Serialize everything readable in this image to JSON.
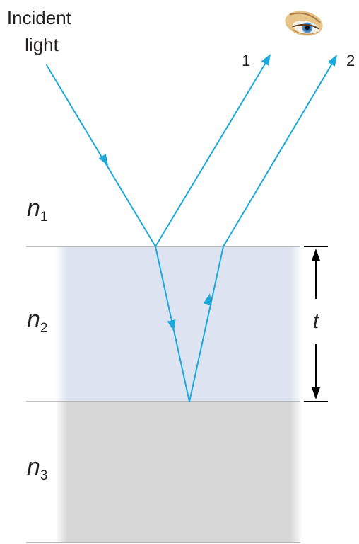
{
  "incident_label": [
    "Incident",
    "light"
  ],
  "ray_labels": {
    "ray1": "1",
    "ray2": "2"
  },
  "media": {
    "n1": {
      "symbol": "n",
      "subscript": "1"
    },
    "n2": {
      "symbol": "n",
      "subscript": "2"
    },
    "n3": {
      "symbol": "n",
      "subscript": "3"
    }
  },
  "thickness_label": "t",
  "icons": {
    "observer": "eye-icon"
  },
  "colors": {
    "ray": "#1aa9dc",
    "film": "#dde3f0",
    "substrate": "#d7d7d7",
    "boundary": "#a8a8a8",
    "dimension": "#000000"
  }
}
